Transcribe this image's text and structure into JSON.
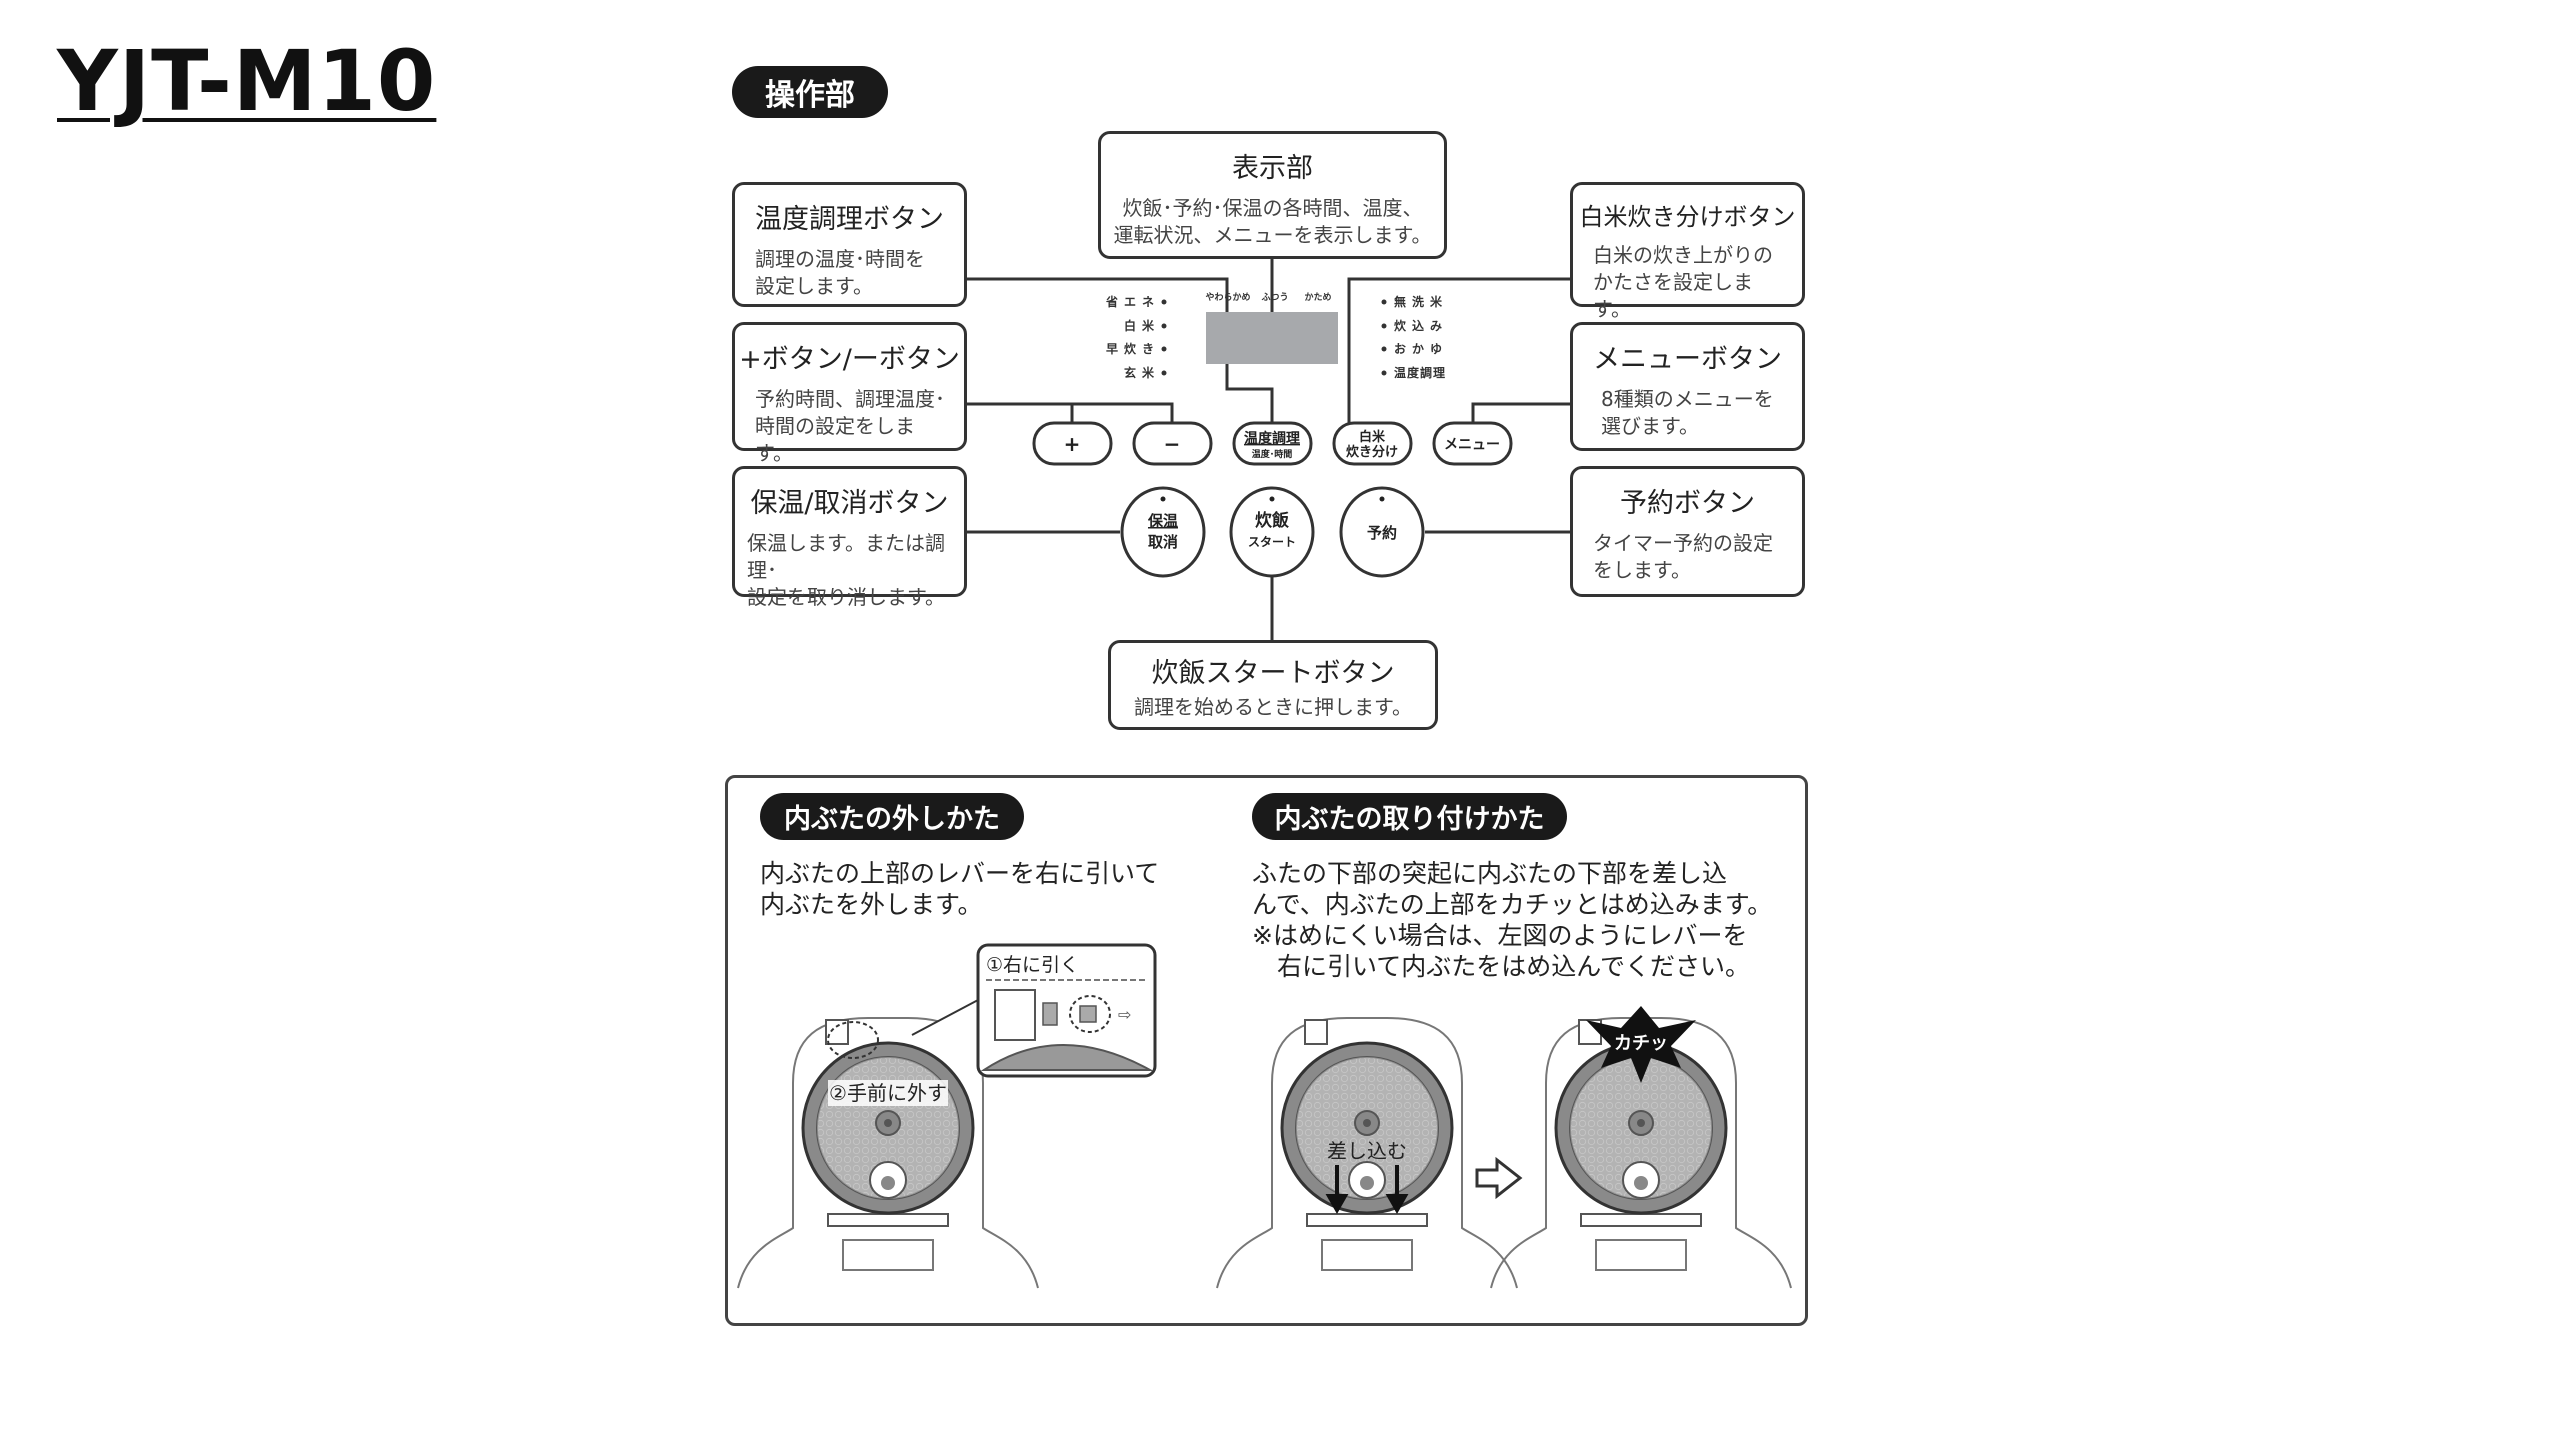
{
  "title": "YJT-M10",
  "section_label": "操作部",
  "callouts": {
    "display": {
      "title": "表示部",
      "body": "炊飯･予約･保温の各時間、温度、\n運転状況、メニューを表示します。"
    },
    "temp_cook": {
      "title": "温度調理ボタン",
      "body": "調理の温度･時間を\n設定します。"
    },
    "plus_minus": {
      "title": "+ボタン/ーボタン",
      "body": "予約時間、調理温度･\n時間の設定をします。"
    },
    "keep_warm": {
      "title": "保温/取消ボタン",
      "body": "保温します。または調理･\n設定を取り消します。"
    },
    "white_rice": {
      "title": "白米炊き分けボタン",
      "body": "白米の炊き上がりの\nかたさを設定します。"
    },
    "menu": {
      "title": "メニューボタン",
      "body": "8種類のメニューを\n選びます。"
    },
    "timer": {
      "title": "予約ボタン",
      "body": "タイマー予約の設定\nをします。"
    },
    "start": {
      "title": "炊飯スタートボタン",
      "body": "調理を始めるときに押します。"
    }
  },
  "panel": {
    "texture_labels": [
      "やわらかめ",
      "ふつう",
      "かため"
    ],
    "left_menu": [
      "省エネ",
      "白米",
      "早炊き",
      "玄米"
    ],
    "right_menu": [
      "無洗米",
      "炊込み",
      "おかゆ",
      "温度調理"
    ],
    "buttons": {
      "plus": "+",
      "minus": "−",
      "temp_cook": "温度調理",
      "temp_cook_sub": "温度･時間",
      "white_rice_1": "白米",
      "white_rice_2": "炊き分け",
      "menu": "メニュー",
      "keep_warm_1": "保温",
      "keep_warm_2": "取消",
      "start_1": "炊飯",
      "start_2": "スタート",
      "timer": "予約"
    },
    "display_color": "#a7a9ac"
  },
  "lid": {
    "remove": {
      "heading": "内ぶたの外しかた",
      "body": "内ぶたの上部のレバーを右に引いて\n内ぶたを外します。",
      "step1": "①右に引く",
      "step2": "②手前に外す"
    },
    "attach": {
      "heading": "内ぶたの取り付けかた",
      "body": "ふたの下部の突起に内ぶたの下部を差し込\nんで、内ぶたの上部をカチッとはめ込みます。\n※はめにくい場合は、左図のようにレバーを\n　右に引いて内ぶたをはめ込んでください。",
      "insert_label": "差し込む",
      "click_label": "カチッ"
    }
  }
}
